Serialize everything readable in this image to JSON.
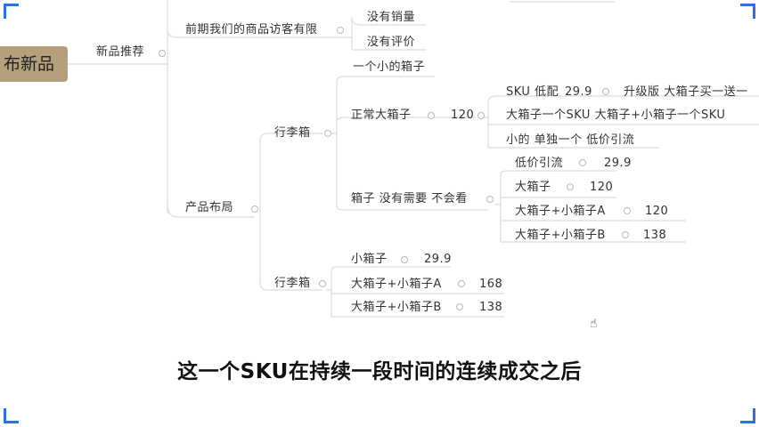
{
  "mindmap": {
    "root": "布新品",
    "new_product": "新品推荐",
    "visitors_limited": "前期我们的商品访客有限",
    "no_sales": "没有销量",
    "no_reviews": "没有评价",
    "layout": "产品布局",
    "luggage1": "行李箱",
    "small_box": "一个小的箱子",
    "normal_big_box": "正常大箱子",
    "normal_big_price": "120",
    "sku_low": "SKU 低配",
    "sku_low_price": "29.9",
    "upgrade": "升级版 大箱子买一送一",
    "big_one_sku": "大箱子一个SKU  大箱子+小箱子一个SKU",
    "small_alone": "小的 单独一个 低价引流",
    "box_no_need": "箱子 没有需要 不会看",
    "low_price_lead": "低价引流",
    "low_price_lead_price": "29.9",
    "big_box": "大箱子",
    "big_box_price": "120",
    "big_small_a": "大箱子+小箱子A",
    "big_small_a_price": "120",
    "big_small_b": "大箱子+小箱子B",
    "big_small_b_price": "138",
    "luggage2": "行李箱",
    "small_box2": "小箱子",
    "small_box2_price": "29.9",
    "big_small_a2": "大箱子+小箱子A",
    "big_small_a2_price": "168",
    "big_small_b2": "大箱子+小箱子B",
    "big_small_b2_price": "138"
  },
  "subtitle": "这一个SKU在持续一段时间的连续成交之后",
  "colors": {
    "root_bg": "#b4a07c",
    "corner": "#2f6fe6",
    "line": "#dcdcdc"
  }
}
